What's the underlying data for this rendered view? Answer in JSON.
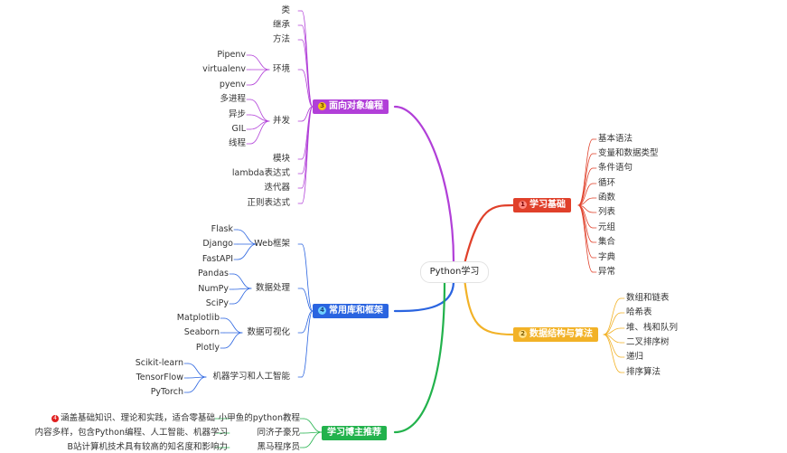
{
  "root": "Python学习",
  "colors": {
    "oop": "#b13fd8",
    "libs": "#2a64e0",
    "rec": "#22b24c",
    "basics": "#e0402a",
    "ds": "#f2b227"
  },
  "branches": {
    "oop": {
      "num": "3",
      "label": "面向对象编程"
    },
    "libs": {
      "num": "4",
      "label": "常用库和框架"
    },
    "rec": {
      "label": "学习博主推荐"
    },
    "basics": {
      "num": "1",
      "label": "学习基础"
    },
    "ds": {
      "num": "2",
      "label": "数据结构与算法"
    }
  },
  "oop_items": {
    "class": "类",
    "inherit": "继承",
    "method": "方法",
    "env": "环境",
    "pipenv": "Pipenv",
    "virtualenv": "virtualenv",
    "pyenv": "pyenv",
    "concurrency": "并发",
    "multiprocess": "多进程",
    "async": "异步",
    "gil": "GIL",
    "thread": "线程",
    "module": "模块",
    "lambda": "lambda表达式",
    "iterator": "迭代器",
    "regex": "正则表达式"
  },
  "libs_items": {
    "web": "Web框架",
    "flask": "Flask",
    "django": "Django",
    "fastapi": "FastAPI",
    "data": "数据处理",
    "pandas": "Pandas",
    "numpy": "NumPy",
    "scipy": "SciPy",
    "viz": "数据可视化",
    "matplotlib": "Matplotlib",
    "seaborn": "Seaborn",
    "plotly": "Plotly",
    "ml": "机器学习和人工智能",
    "sklearn": "Scikit-learn",
    "tensorflow": "TensorFlow",
    "pytorch": "PyTorch"
  },
  "rec_items": {
    "b1": "小甲鱼的python教程",
    "b1_desc": "涵盖基础知识、理论和实践，适合零基础",
    "b1_icon": "4",
    "b2": "同济子豪兄",
    "b2_desc": "内容多样，包含Python编程、人工智能、机器学习",
    "b3": "黑马程序员",
    "b3_desc": "B站计算机技术具有较高的知名度和影响力"
  },
  "basics_items": [
    "基本语法",
    "变量和数据类型",
    "条件语句",
    "循环",
    "函数",
    "列表",
    "元组",
    "集合",
    "字典",
    "异常"
  ],
  "ds_items": [
    "数组和链表",
    "哈希表",
    "堆、栈和队列",
    "二叉排序树",
    "递归",
    "排序算法"
  ]
}
